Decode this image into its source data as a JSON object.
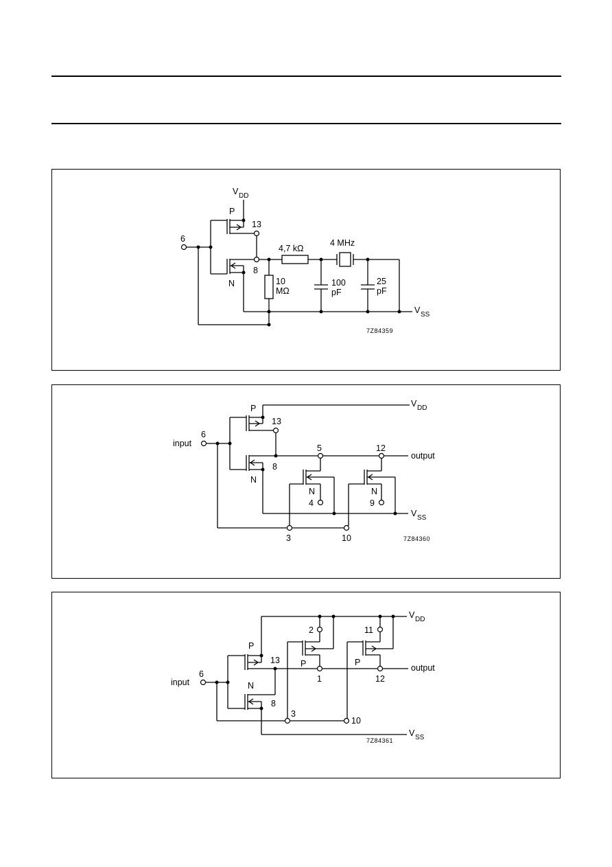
{
  "figure1": {
    "vdd": "V",
    "vdd_sub": "DD",
    "vss": "V",
    "vss_sub": "SS",
    "p_label": "P",
    "n_label": "N",
    "pin_6": "6",
    "pin_13": "13",
    "pin_8": "8",
    "resistor_series": "4,7 kΩ",
    "crystal": "4 MHz",
    "resistor_feedback_1": "10",
    "resistor_feedback_2": "MΩ",
    "cap1_1": "100",
    "cap1_2": "pF",
    "cap2_1": "25",
    "cap2_2": "pF",
    "code": "7Z84359"
  },
  "figure2": {
    "vdd": "V",
    "vdd_sub": "DD",
    "vss": "V",
    "vss_sub": "SS",
    "input": "input",
    "output": "output",
    "p_label": "P",
    "n_label": "N",
    "n2_label": "N",
    "n3_label": "N",
    "pin_6": "6",
    "pin_13": "13",
    "pin_8": "8",
    "pin_5": "5",
    "pin_12": "12",
    "pin_4": "4",
    "pin_9": "9",
    "pin_3": "3",
    "pin_10": "10",
    "code": "7Z84360"
  },
  "figure3": {
    "vdd": "V",
    "vdd_sub": "DD",
    "vss": "V",
    "vss_sub": "SS",
    "input": "input",
    "output": "output",
    "p_label": "P",
    "n_label": "N",
    "p2_label": "P",
    "p3_label": "P",
    "pin_6": "6",
    "pin_13": "13",
    "pin_8": "8",
    "pin_2": "2",
    "pin_11": "11",
    "pin_1": "1",
    "pin_12": "12",
    "pin_3": "3",
    "pin_10": "10",
    "code": "7Z84361"
  }
}
